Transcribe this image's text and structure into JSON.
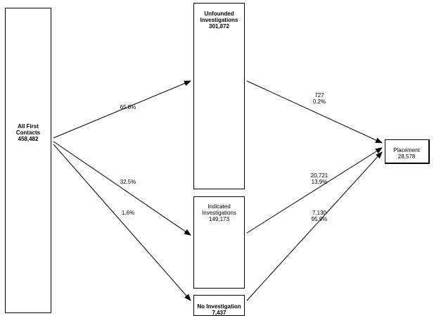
{
  "nodes": {
    "all_contacts": {
      "line1": "All First",
      "line2": "Contacts",
      "value": "458,482"
    },
    "unfounded": {
      "line1": "Unfounded",
      "line2": "Investigations",
      "value": "301,872"
    },
    "indicated": {
      "line1": "Indicated",
      "line2": "Investigations",
      "value": "149,173"
    },
    "no_investigation": {
      "line1": "No Investigation",
      "value": "7,437"
    },
    "placement": {
      "line1": "Placement",
      "value": "28,578"
    }
  },
  "edges": {
    "all_to_unfounded": {
      "pct": "65.8%"
    },
    "all_to_indicated": {
      "pct": "32.5%"
    },
    "all_to_none": {
      "pct": "1.6%"
    },
    "unfounded_to_placement": {
      "count": "727",
      "pct": "0.2%"
    },
    "indicated_to_placement": {
      "count": "20,721",
      "pct": "13.9%"
    },
    "none_to_placement": {
      "count": "7,130",
      "pct": "95.9%"
    }
  }
}
